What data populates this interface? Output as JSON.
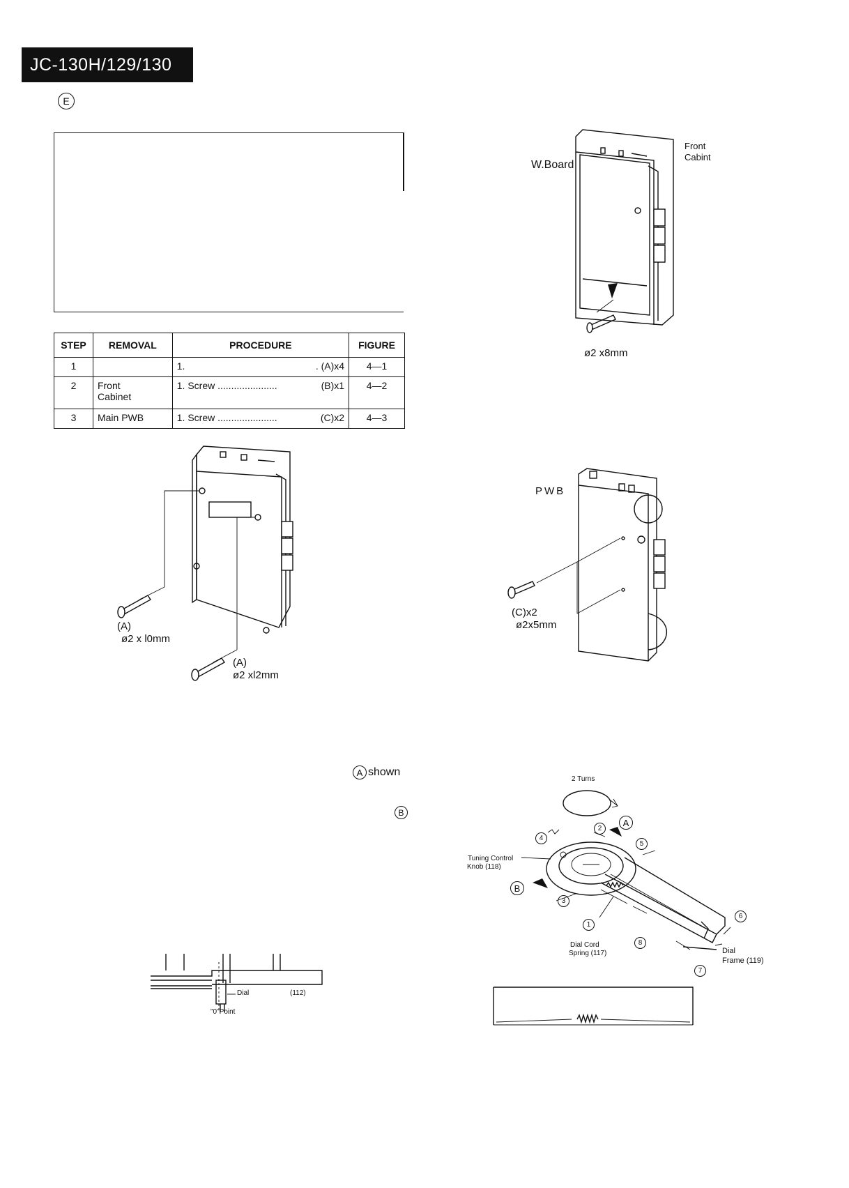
{
  "header": {
    "model": "JC-130H/129/130",
    "section_mark": "E"
  },
  "table": {
    "headers": [
      "STEP",
      "REMOVAL",
      "PROCEDURE",
      "FIGURE"
    ],
    "rows": [
      {
        "step": "1",
        "removal": "",
        "procedure": "1.",
        "screw": ". (A)x4",
        "figure": "4—1"
      },
      {
        "step": "2",
        "removal": "Front\nCabinet",
        "procedure": "1. Screw ......................",
        "screw": "(B)x1",
        "figure": "4—2"
      },
      {
        "step": "3",
        "removal": "Main PWB",
        "procedure": "1. Screw ......................",
        "screw": "(C)x2",
        "figure": "4—3"
      }
    ]
  },
  "fig1": {
    "screw_a1_label": "(A)",
    "screw_a1_size": "ø2 x l0mm",
    "screw_a2_label": "(A)",
    "screw_a2_size": "ø2 xl2mm"
  },
  "fig2": {
    "label_front": "Front",
    "label_cabinet": "Cabint",
    "label_board": "W.Board",
    "screw_size": "ø2 x8mm"
  },
  "fig3": {
    "label_pwb": "PWB",
    "screw_label": "(C)x2",
    "screw_size": "ø2x5mm"
  },
  "text": {
    "circle_a": "A",
    "shown": "shown",
    "circle_b": "B"
  },
  "dial_fig": {
    "label_dial": "Dial",
    "label_part": "(112)",
    "label_zero": "\"0\"Point"
  },
  "string_fig": {
    "turns": "2 Turns",
    "knob_line1": "Tuning Control",
    "knob_line2": "Knob (118)",
    "spring_line1": "Dial Cord",
    "spring_line2": "Spring (117)",
    "frame_line1": "Dial",
    "frame_line2": "Frame (119)",
    "marker_a": "A",
    "marker_b": "B",
    "steps": [
      "1",
      "2",
      "3",
      "4",
      "5",
      "6",
      "7",
      "8"
    ]
  }
}
